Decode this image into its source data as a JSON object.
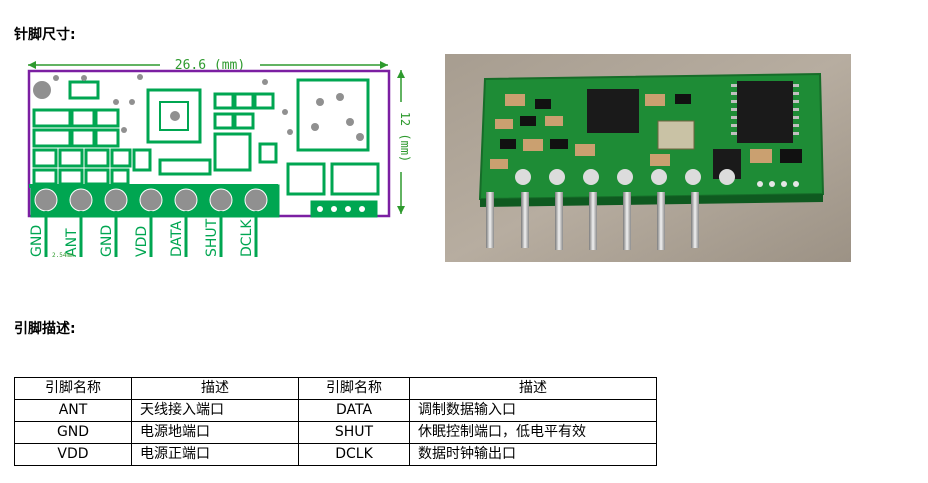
{
  "headings": {
    "dimensions": "针脚尺寸:",
    "pin_description": "引脚描述:"
  },
  "diagram": {
    "width_label": "26.6 (mm)",
    "height_label": "12 (mm)",
    "pitch_label": "2.54mm",
    "pins": [
      "GND",
      "ANT",
      "GND",
      "VDD",
      "DATA",
      "SHUT",
      "DCLK"
    ],
    "colors": {
      "outline": "#7b1fa2",
      "copper": "#00a651",
      "dimension": "#2e9a2e",
      "pads": "#909090"
    }
  },
  "photo": {
    "subject": "rf-receiver-module-photo"
  },
  "table": {
    "headers": [
      "引脚名称",
      "描述",
      "引脚名称",
      "描述"
    ],
    "rows": [
      [
        "ANT",
        "天线接入端口",
        "DATA",
        "调制数据输入口"
      ],
      [
        "GND",
        "电源地端口",
        "SHUT",
        "休眠控制端口，低电平有效"
      ],
      [
        "VDD",
        "电源正端口",
        "DCLK",
        "数据时钟输出口"
      ]
    ]
  }
}
